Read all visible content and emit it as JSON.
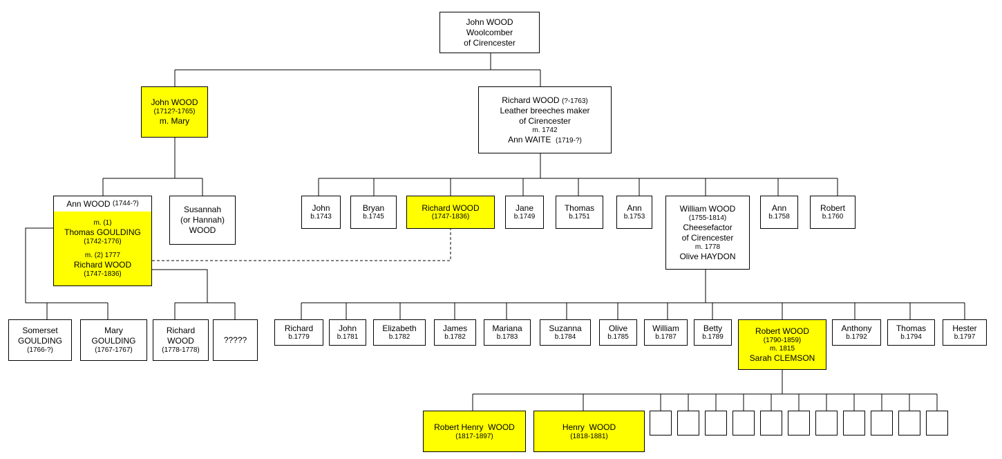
{
  "root": {
    "name": "John WOOD",
    "line2": "Woolcomber",
    "line3": "of Cirencester"
  },
  "john": {
    "name": "John WOOD",
    "dates": "(1712?-1765)",
    "marriage": "m. Mary"
  },
  "richard_sr": {
    "name": "Richard WOOD",
    "dates": "(?-1763)",
    "line2": "Leather breeches maker",
    "line3": "of Cirencester",
    "m": "m. 1742",
    "spouse": "Ann WAITE",
    "spouse_dates": "(1719-?)"
  },
  "ann": {
    "name": "Ann WOOD",
    "dates": "(1744-?)",
    "m1": "m. (1)",
    "spouse1": "Thomas GOULDING",
    "spouse1_dates": "(1742-1776)",
    "m2": "m. (2) 1777",
    "spouse2": "Richard WOOD",
    "spouse2_dates": "(1747-1836)"
  },
  "susannah": {
    "l1": "Susannah",
    "l2": "(or Hannah)",
    "l3": "WOOD"
  },
  "gen2": [
    {
      "name": "John",
      "dates": "b.1743"
    },
    {
      "name": "Bryan",
      "dates": "b.1745"
    },
    {
      "name": "Richard WOOD",
      "dates": "(1747-1836)"
    },
    {
      "name": "Jane",
      "dates": "b.1749"
    },
    {
      "name": "Thomas",
      "dates": "b.1751"
    },
    {
      "name": "Ann",
      "dates": "b.1753"
    },
    {
      "name": "Ann",
      "dates": "b.1758"
    },
    {
      "name": "Robert",
      "dates": "b.1760"
    }
  ],
  "william": {
    "name": "William WOOD",
    "dates": "(1755-1814)",
    "line2": "Cheesefactor",
    "line3": "of Cirencester",
    "m": "m. 1778",
    "spouse": "Olive HAYDON"
  },
  "ann_kids": [
    {
      "l1": "Somerset",
      "l2": "GOULDING",
      "dates": "(1766-?)"
    },
    {
      "l1": "Mary",
      "l2": "GOULDING",
      "dates": "(1767-1767)"
    },
    {
      "l1": "Richard",
      "l2": "WOOD",
      "dates": "(1778-1778)"
    },
    {
      "l1": "?????"
    }
  ],
  "gen3": [
    {
      "name": "Richard",
      "dates": "b.1779"
    },
    {
      "name": "John",
      "dates": "b.1781"
    },
    {
      "name": "Elizabeth",
      "dates": "b.1782"
    },
    {
      "name": "James",
      "dates": "b.1782"
    },
    {
      "name": "Mariana",
      "dates": "b.1783"
    },
    {
      "name": "Suzanna",
      "dates": "b.1784"
    },
    {
      "name": "Olive",
      "dates": "b.1785"
    },
    {
      "name": "William",
      "dates": "b.1787"
    },
    {
      "name": "Betty",
      "dates": "b.1789"
    },
    {
      "name": "Anthony",
      "dates": "b.1792"
    },
    {
      "name": "Thomas",
      "dates": "b.1794"
    },
    {
      "name": "Hester",
      "dates": "b.1797"
    }
  ],
  "robert": {
    "name": "Robert WOOD",
    "dates": "(1790-1859)",
    "m": "m. 1815",
    "spouse": "Sarah CLEMSON"
  },
  "gen4": [
    {
      "name": "Robert Henry  WOOD",
      "dates": "(1817-1897)"
    },
    {
      "name": "Henry  WOOD",
      "dates": "(1818-1881)"
    }
  ],
  "colors": {
    "highlight": "#ffff00",
    "line": "#000000",
    "box": "#ffffff"
  }
}
